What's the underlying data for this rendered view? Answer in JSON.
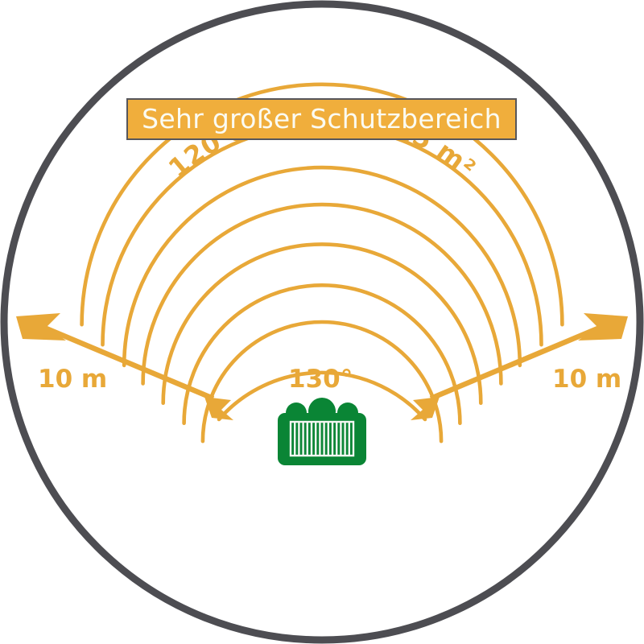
{
  "diagram": {
    "title_banner": {
      "text": "Sehr großer Schutzbereich",
      "background_color": "#F0AE3C",
      "border_color": "#56565B",
      "text_color": "#FBFBF2"
    },
    "arc_caption": {
      "text": "120 db  |  max. 115 m²",
      "parts": {
        "loudness": "120 db",
        "separator": "|",
        "area": "max. 115 m²"
      },
      "color": "#E8A838"
    },
    "labels": {
      "left_range": "10 m",
      "right_range": "10 m",
      "angle": "130°"
    },
    "colors": {
      "circle_stroke": "#4D4D52",
      "accent_orange": "#E8A838",
      "banner_orange": "#F0AE3C",
      "device_green": "#0A8535",
      "device_grille": "#F4F7F2",
      "background": "#FFFFFF"
    },
    "geometry": {
      "detection_angle_degrees": 130,
      "wave_arc_count": 7,
      "ray_count": 2
    },
    "device": {
      "name": "alarm-siren-device",
      "body_color": "#0A8535",
      "grille_bar_count": 14
    }
  }
}
